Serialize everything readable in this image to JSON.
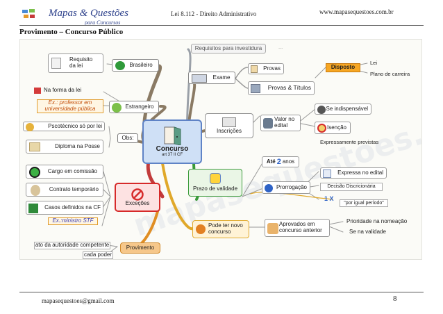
{
  "header": {
    "logo_title": "Mapas & Questões",
    "logo_sub": "para Concursos",
    "center": "Lei 8.112 - Direito Administrativo",
    "right": "www.mapasequestoes.com.br"
  },
  "doc_title": "Provimento – Concurso Público",
  "map": {
    "central": {
      "title": "Concurso",
      "sub": "art 37 II CF"
    },
    "watermark": "mapasequestoes.com.br",
    "left": {
      "requisito": "Requisito da lei",
      "brasileiro": "Brasileiro",
      "na_forma": "Na forma da lei",
      "estrangeiro": "Estrangeiro",
      "ex_professor": "Ex.: professor em universidade pública",
      "psicotecnico": "Pscotécnico só por lei",
      "diploma": "Diploma na Posse",
      "obs": "Obs:",
      "cargo": "Cargo em comissão",
      "contrato": "Contrato temporário",
      "casos": "Casos definidos na CF",
      "excecoes": "Exceções",
      "ex_ministro": "Ex.:ministro STF",
      "autoridade": "ato da autoridade competente",
      "cada_poder": "cada poder",
      "provimento": "Provimento"
    },
    "right": {
      "requisitos_inv": "Requisitos para investidura",
      "requisitos_more": "...",
      "exame": "Exame",
      "provas": "Provas",
      "provas_titulos": "Provas & Títulos",
      "disposto": "Disposto",
      "lei": "Lei",
      "plano": "Plano de carreira",
      "inscricoes": "Inscrições",
      "valor": "Valor no edital",
      "se_indispensavel": "Se indispensável",
      "isencao": "Isenção",
      "expressamente": "Expressamente previstas",
      "prazo": "Prazo de validade",
      "ate": "Até",
      "ate_num": "2",
      "anos": "anos",
      "prorrogacao": "Prorrogação",
      "expressa": "Expressa no edital",
      "decisao": "Decisão Discricionária",
      "um_x": "1 X",
      "por_igual": "\"por igual período\"",
      "pode_ter": "Pode ter novo concurso",
      "aprovados": "Aprovados em concurso anterior",
      "prioridade": "Prioridade na nomeação",
      "se_na_validade": "Se na validade"
    }
  },
  "footer": {
    "email": "mapasequestoes@gmail.com",
    "page": "8"
  },
  "colors": {
    "header_blue": "#2b3f8a",
    "central_blue": "#5f83c6",
    "exc_red": "#d62a2a",
    "provimento_orange": "#f6c78a",
    "green": "#3a9a3a"
  }
}
